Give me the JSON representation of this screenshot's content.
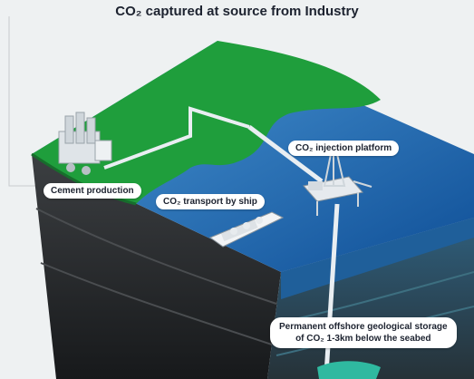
{
  "title": "CO₂ captured at source from Industry",
  "labels": {
    "cement": "Cement production",
    "platform": "CO₂ injection platform",
    "ship": "CO₂ transport by ship",
    "storage_line1": "Permanent offshore geological storage",
    "storage_line2": "of CO₂ 1-3km below the seabed"
  },
  "colors": {
    "land": "#1f9e3c",
    "sea": "#1c6fb8",
    "background": "#eef1f2",
    "rock": "#2a2c2e",
    "storage": "#2fb9a0"
  },
  "icons": [
    "cement-plant-icon",
    "ship-icon",
    "injection-platform-icon",
    "pipeline-icon"
  ]
}
